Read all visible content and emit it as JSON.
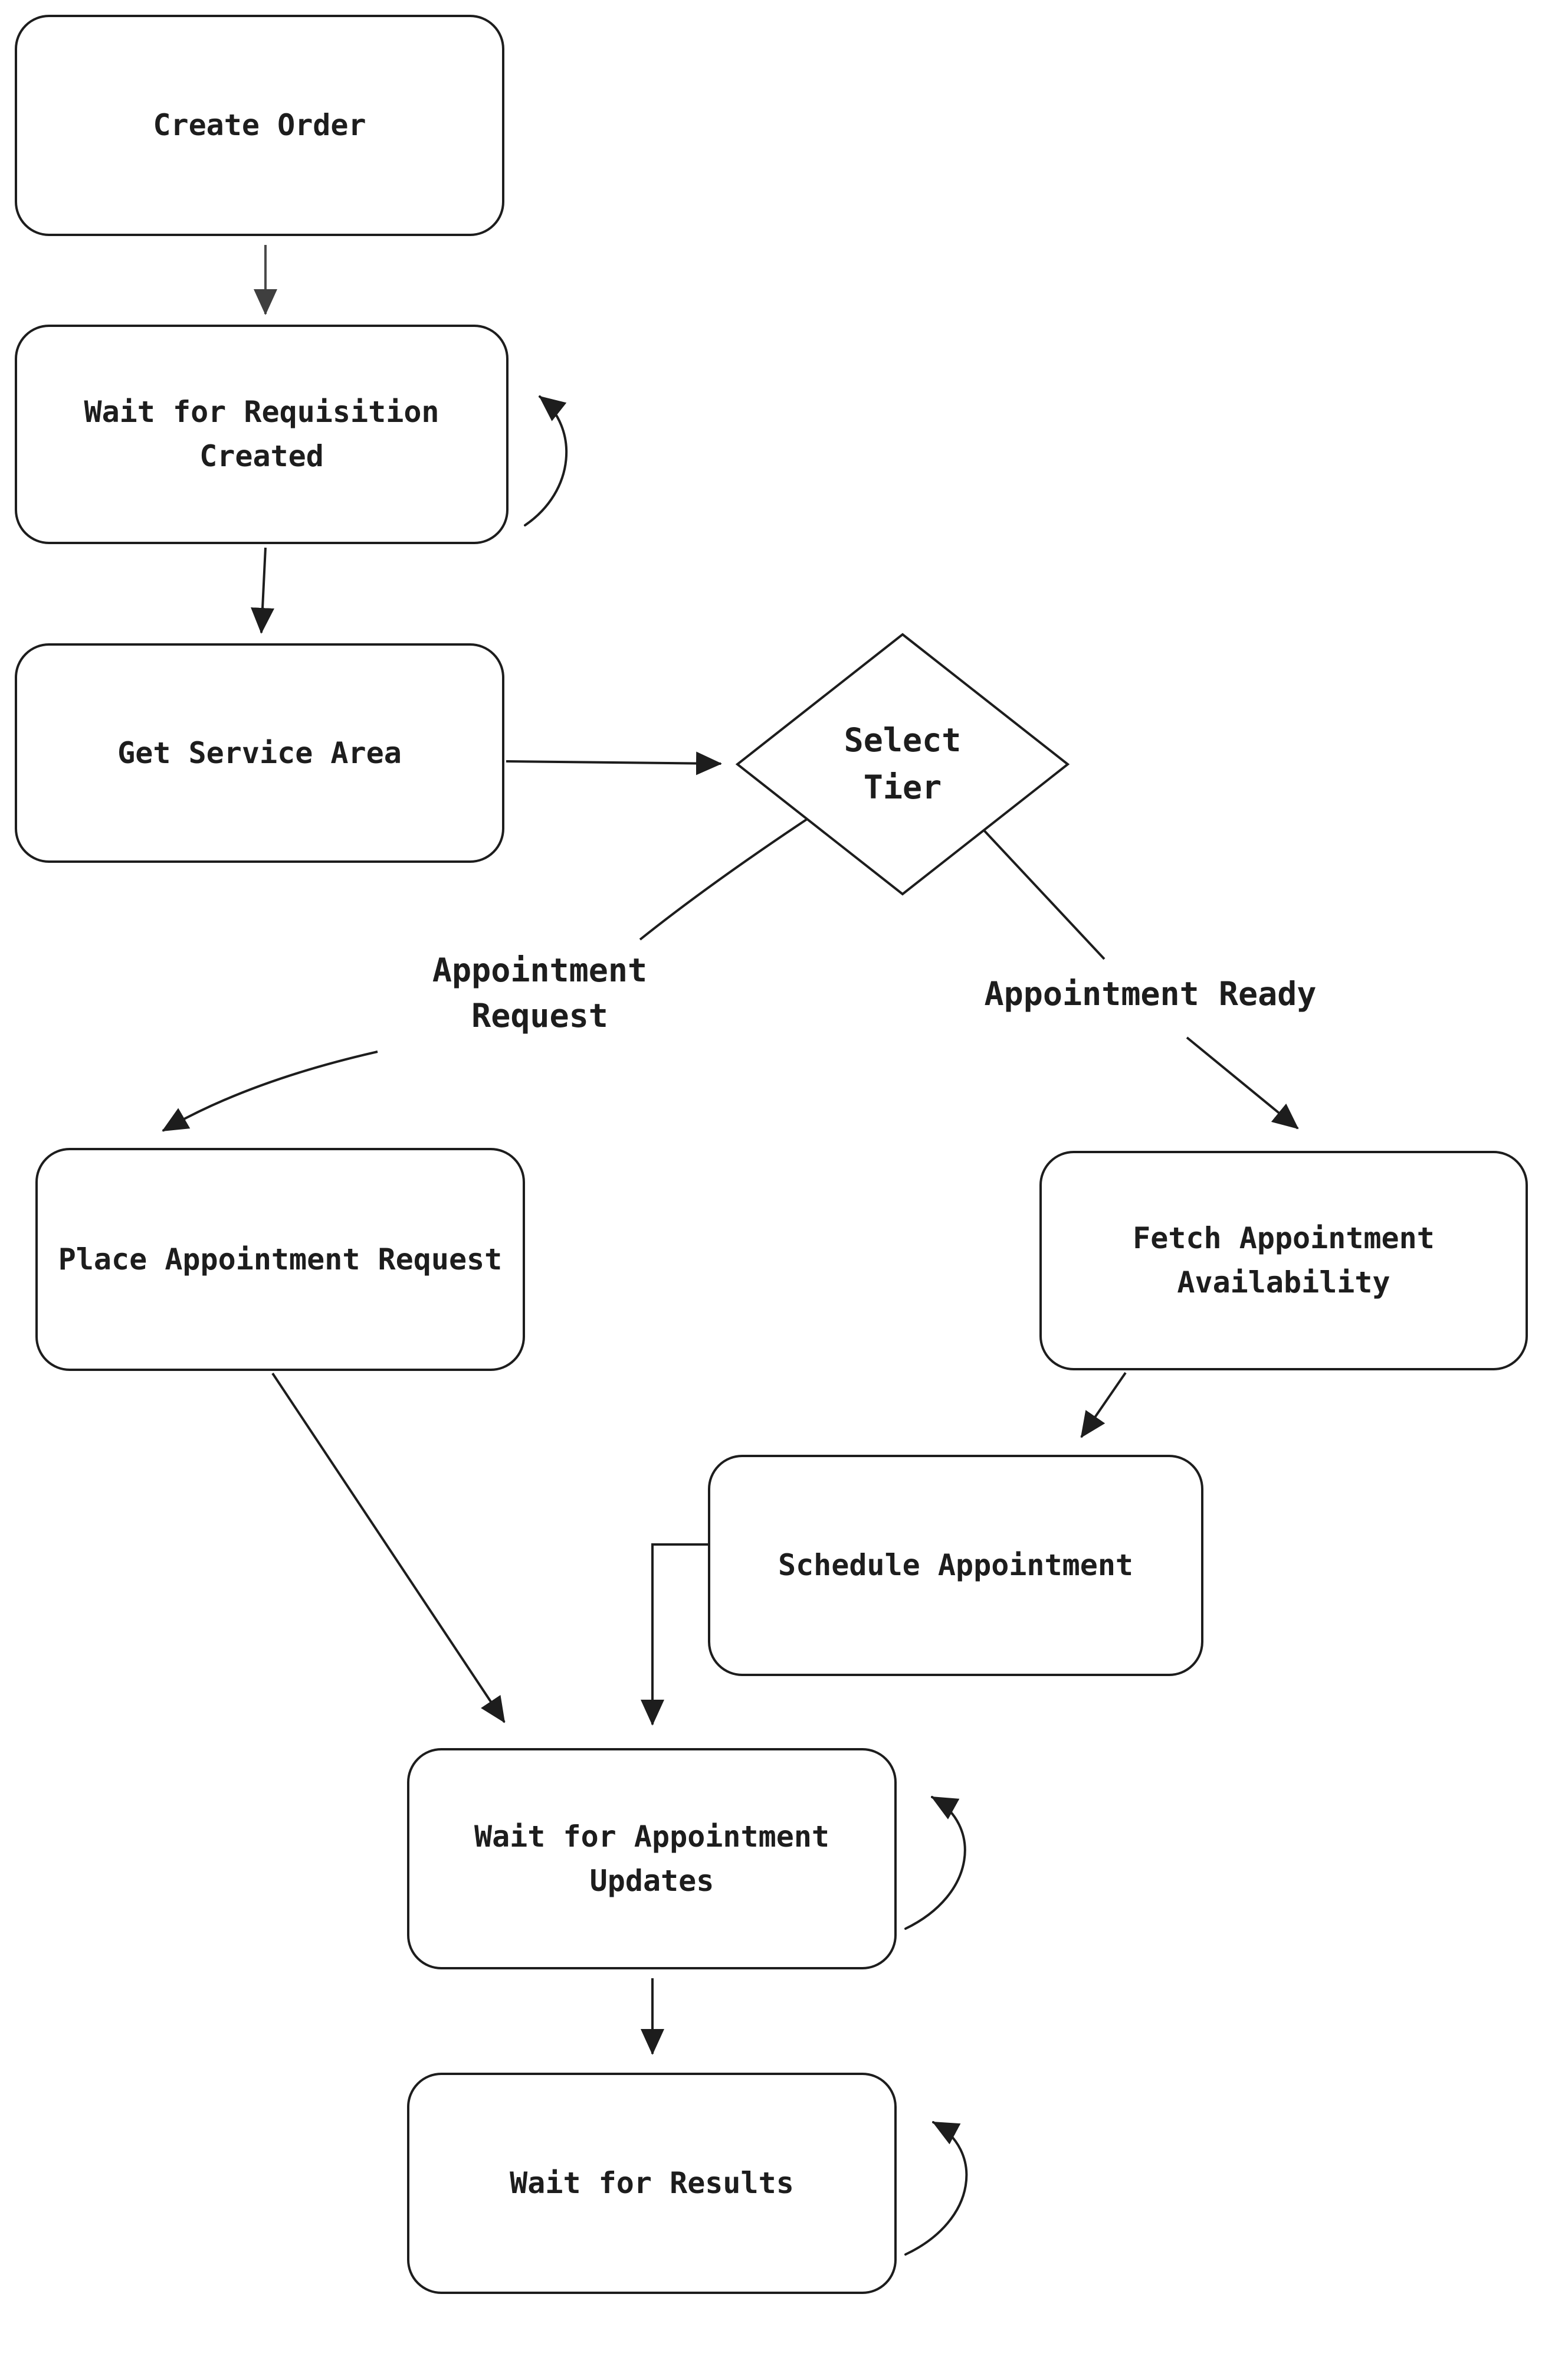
{
  "diagram": {
    "type": "flowchart",
    "background_color": "#ffffff",
    "stroke_color": "#1d1d1d",
    "muted_arrow_color": "#4a4a4a",
    "text_color": "#1d1d1d",
    "nodes": {
      "create_order": {
        "label": "Create Order",
        "shape": "rounded-rect"
      },
      "wait_requisition": {
        "label": "Wait for Requisition\nCreated",
        "shape": "rounded-rect"
      },
      "get_service_area": {
        "label": "Get Service Area",
        "shape": "rounded-rect"
      },
      "select_tier": {
        "label": "Select\nTier",
        "shape": "diamond"
      },
      "place_appointment_request": {
        "label": "Place Appointment Request",
        "shape": "rounded-rect"
      },
      "fetch_appointment_availability": {
        "label": "Fetch Appointment\nAvailability",
        "shape": "rounded-rect"
      },
      "schedule_appointment": {
        "label": "Schedule Appointment",
        "shape": "rounded-rect"
      },
      "wait_appointment_updates": {
        "label": "Wait for Appointment\nUpdates",
        "shape": "rounded-rect"
      },
      "wait_results": {
        "label": "Wait for Results",
        "shape": "rounded-rect"
      }
    },
    "edge_labels": {
      "appointment_request": "Appointment\nRequest",
      "appointment_ready": "Appointment Ready"
    },
    "edges": [
      {
        "from": "Create Order",
        "to": "Wait for Requisition Created",
        "type": "arrow"
      },
      {
        "from": "Wait for Requisition Created",
        "to": "Wait for Requisition Created",
        "type": "self-loop"
      },
      {
        "from": "Wait for Requisition Created",
        "to": "Get Service Area",
        "type": "arrow"
      },
      {
        "from": "Get Service Area",
        "to": "Select Tier",
        "type": "arrow"
      },
      {
        "from": "Select Tier",
        "to": "Place Appointment Request",
        "type": "arrow",
        "label": "Appointment Request"
      },
      {
        "from": "Select Tier",
        "to": "Fetch Appointment Availability",
        "type": "arrow",
        "label": "Appointment Ready"
      },
      {
        "from": "Fetch Appointment Availability",
        "to": "Schedule Appointment",
        "type": "arrow"
      },
      {
        "from": "Schedule Appointment",
        "to": "Wait for Appointment Updates",
        "type": "elbow-arrow"
      },
      {
        "from": "Place Appointment Request",
        "to": "Wait for Appointment Updates",
        "type": "arrow"
      },
      {
        "from": "Wait for Appointment Updates",
        "to": "Wait for Appointment Updates",
        "type": "self-loop"
      },
      {
        "from": "Wait for Appointment Updates",
        "to": "Wait for Results",
        "type": "arrow"
      },
      {
        "from": "Wait for Results",
        "to": "Wait for Results",
        "type": "self-loop"
      }
    ]
  }
}
